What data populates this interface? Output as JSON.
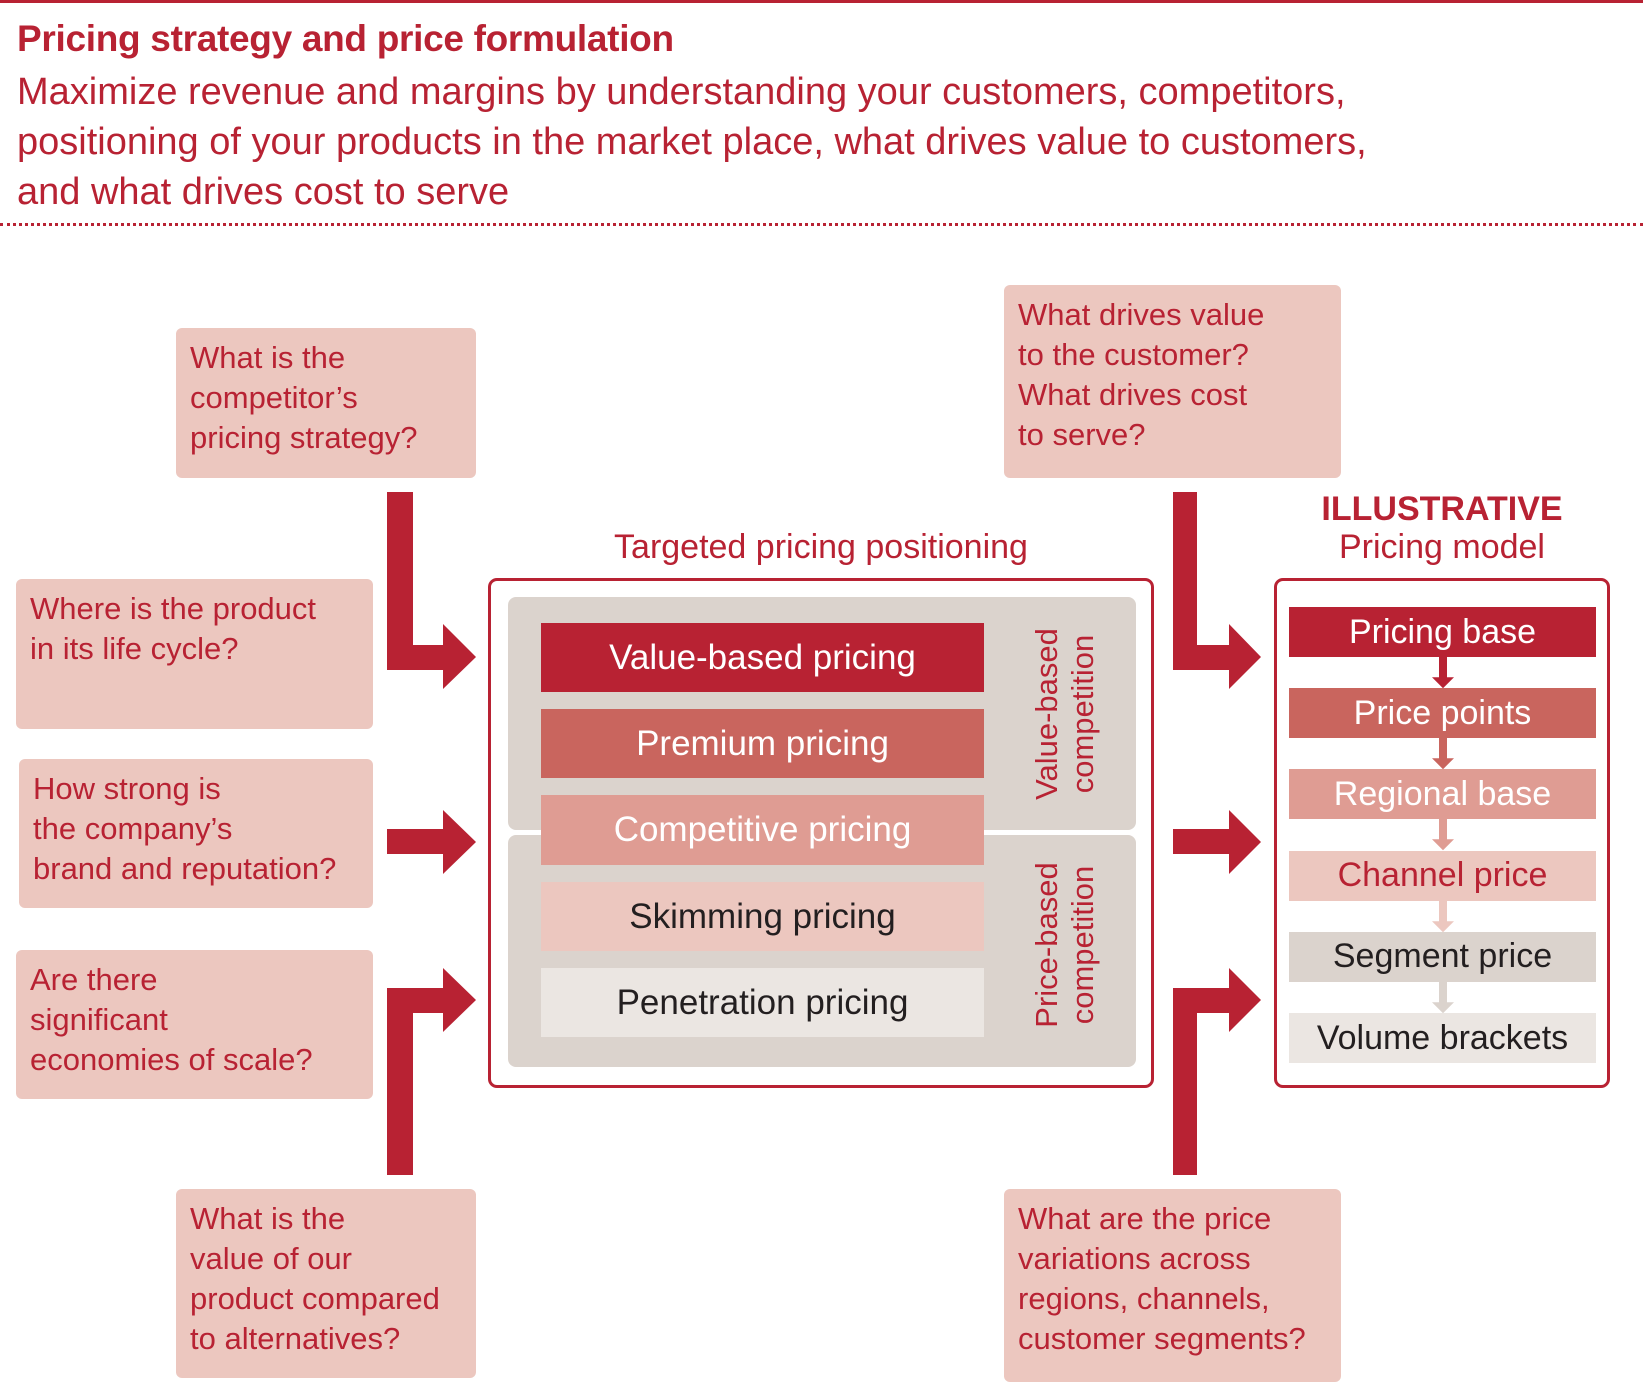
{
  "header": {
    "title": "Pricing strategy and price formulation",
    "subtitle_lines": [
      "Maximize revenue and margins by understanding your customers, competitors,",
      "positioning of your products in the market place, what drives value to customers,",
      "and what drives cost to serve"
    ]
  },
  "questions": {
    "left": [
      {
        "lines": [
          "What is the",
          "competitor’s",
          "pricing strategy?"
        ]
      },
      {
        "lines": [
          "Where is the product",
          "in its life cycle?"
        ]
      },
      {
        "lines": [
          "How strong is",
          "the company’s",
          "brand and reputation?"
        ]
      },
      {
        "lines": [
          "Are there",
          "significant",
          "economies of scale?"
        ]
      },
      {
        "lines": [
          "What is the",
          "value of our",
          "product compared",
          "to alternatives?"
        ]
      }
    ],
    "right": [
      {
        "lines": [
          "What drives value",
          "to the customer?",
          "What drives cost",
          "to serve?"
        ]
      },
      {
        "lines": [
          "What are the price",
          "variations across",
          "regions, channels,",
          "customer segments?"
        ]
      }
    ]
  },
  "positioning": {
    "title": "Targeted pricing positioning",
    "groups": [
      {
        "label_lines": [
          "Value-based",
          "competition"
        ]
      },
      {
        "label_lines": [
          "Price-based",
          "competition"
        ]
      }
    ],
    "strategies": [
      {
        "label": "Value-based pricing",
        "color": "#b82233",
        "text_color": "#ffffff"
      },
      {
        "label": "Premium pricing",
        "color": "#c9655e",
        "text_color": "#ffffff"
      },
      {
        "label": "Competitive pricing",
        "color": "#df9c93",
        "text_color": "#ffffff"
      },
      {
        "label": "Skimming pricing",
        "color": "#ecc7bf",
        "text_color": "#231f20"
      },
      {
        "label": "Penetration pricing",
        "color": "#ebe6e2",
        "text_color": "#231f20"
      }
    ]
  },
  "pricing_model": {
    "tag": "ILLUSTRATIVE",
    "title": "Pricing model",
    "steps": [
      {
        "label": "Pricing base",
        "color": "#b82233",
        "text_color": "#ffffff"
      },
      {
        "label": "Price points",
        "color": "#c9655e",
        "text_color": "#ffffff"
      },
      {
        "label": "Regional base",
        "color": "#df9c93",
        "text_color": "#ffffff"
      },
      {
        "label": "Channel price",
        "color": "#ecc7bf",
        "text_color": "#b82233"
      },
      {
        "label": "Segment price",
        "color": "#dbd3cd",
        "text_color": "#231f20"
      },
      {
        "label": "Volume brackets",
        "color": "#ebe6e2",
        "text_color": "#231f20"
      }
    ]
  },
  "colors": {
    "accent": "#b82233",
    "question_bg": "#ecc7bf",
    "panel_bg": "#dbd3cd"
  }
}
